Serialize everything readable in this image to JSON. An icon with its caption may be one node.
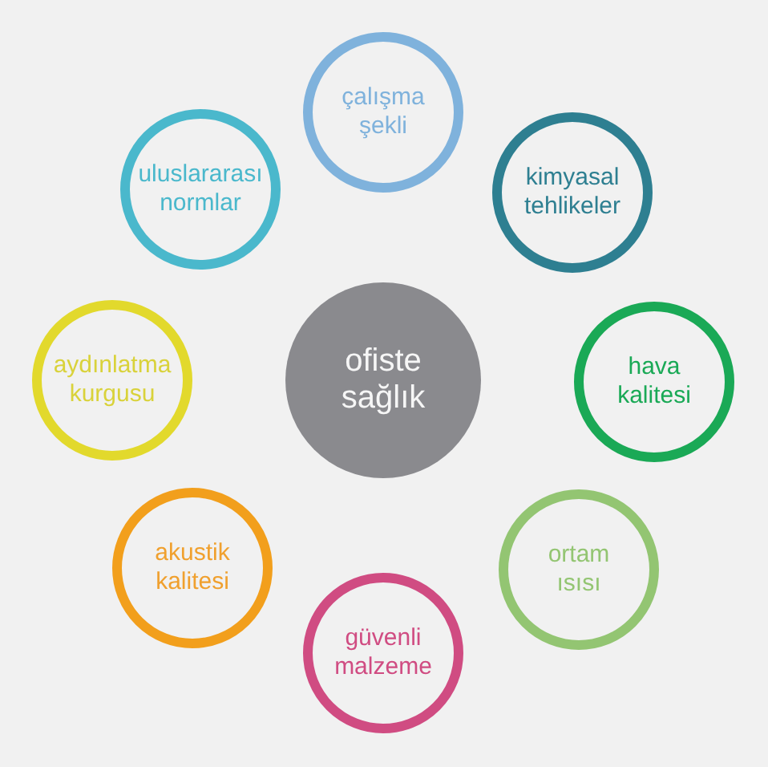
{
  "diagram": {
    "nodes": [
      {
        "text": [
          "çalışma şekli"
        ]
      },
      {
        "text": [
          "uluslararası normlar"
        ]
      },
      {
        "text": [
          "kimyasal tehlikeler"
        ]
      },
      {
        "text": [
          "aydınlatma kurgusu"
        ]
      },
      {
        "text": [
          "ofiste sağlık"
        ]
      },
      {
        "text": [
          "hava kalitesi"
        ]
      },
      {
        "text": [
          "akustik kalitesi"
        ]
      },
      {
        "text": [
          "ortam ısısı"
        ]
      },
      {
        "text": [
          "güvenli malzeme"
        ]
      }
    ]
  }
}
